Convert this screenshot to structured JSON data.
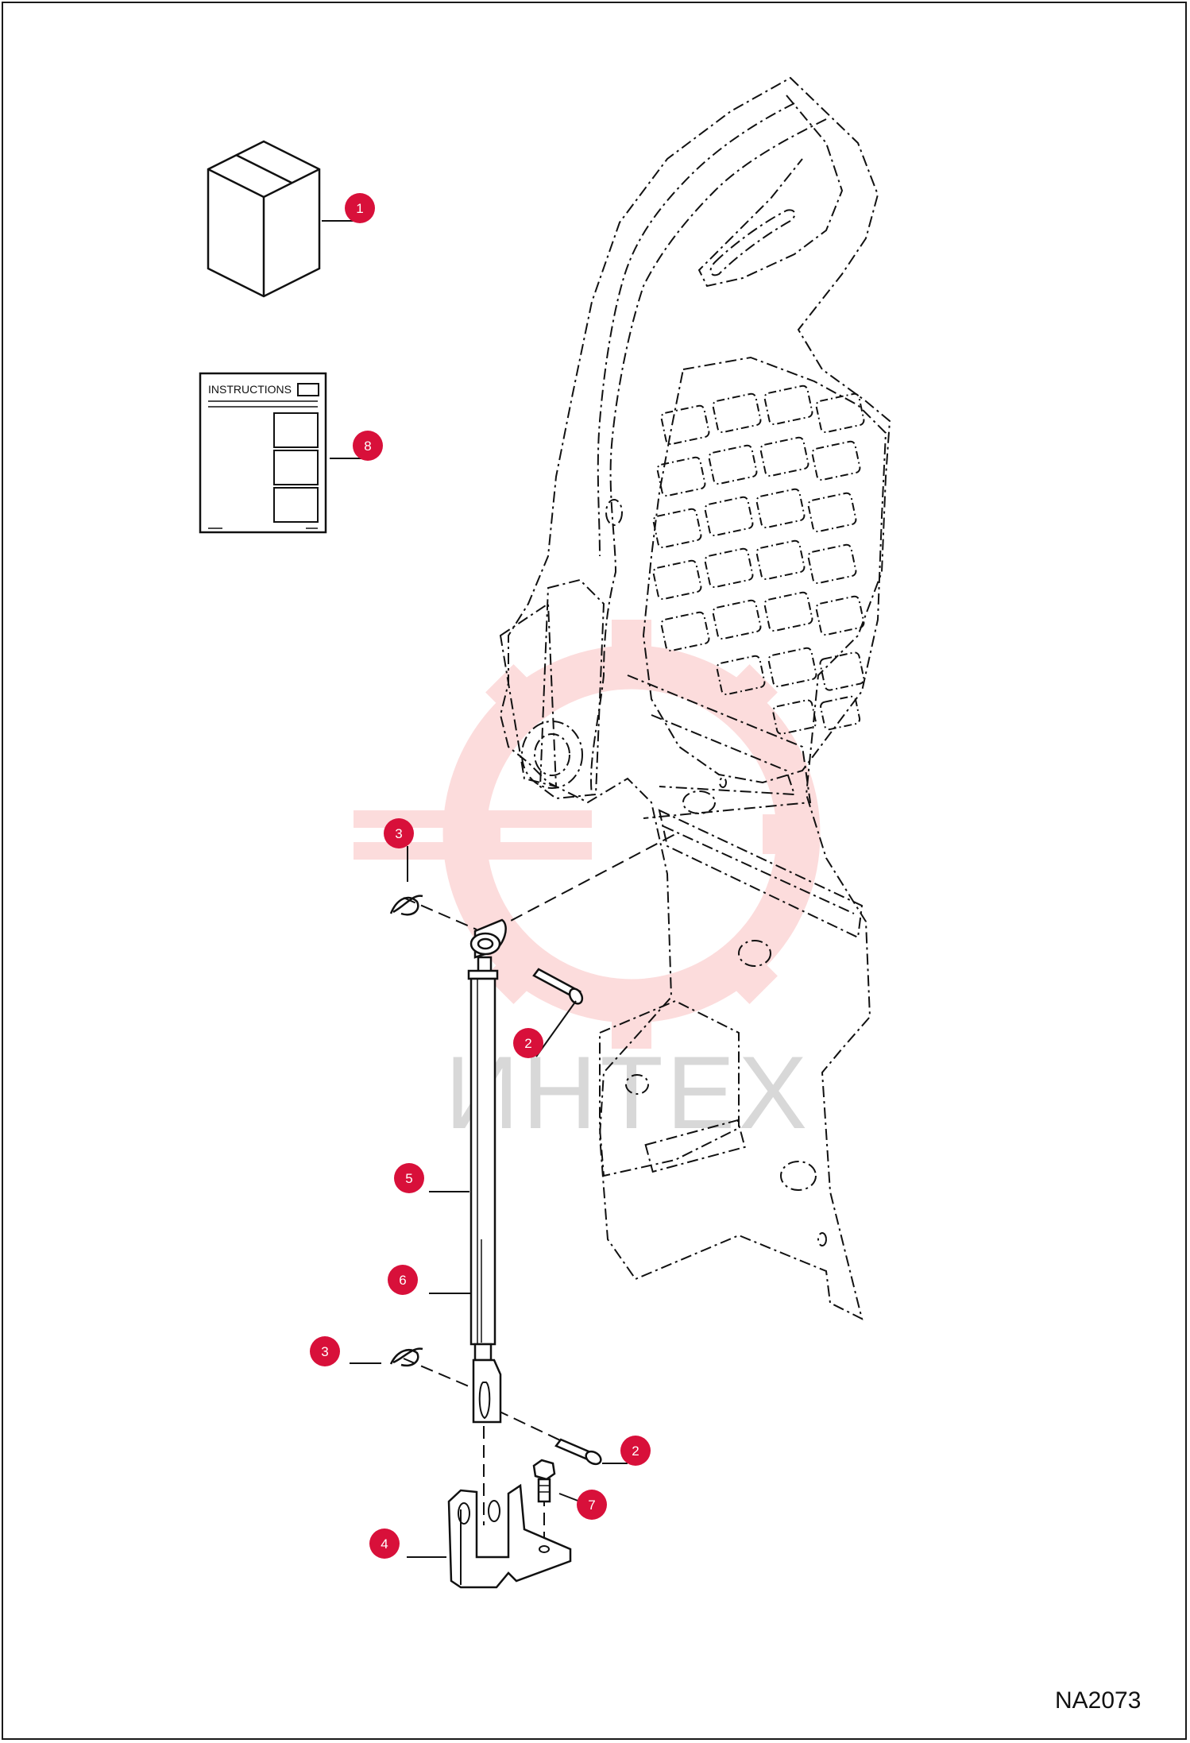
{
  "figure_id": "NA2073",
  "watermark_text": "ИНТЕХ",
  "instructions_label": "INSTRUCTIONS",
  "colors": {
    "callout": "#d8103a",
    "line": "#111111",
    "watermark": "#f07070"
  },
  "callouts": [
    {
      "label": "1"
    },
    {
      "label": "8"
    },
    {
      "label": "3"
    },
    {
      "label": "2"
    },
    {
      "label": "5"
    },
    {
      "label": "6"
    },
    {
      "label": "3"
    },
    {
      "label": "2"
    },
    {
      "label": "7"
    },
    {
      "label": "4"
    }
  ]
}
